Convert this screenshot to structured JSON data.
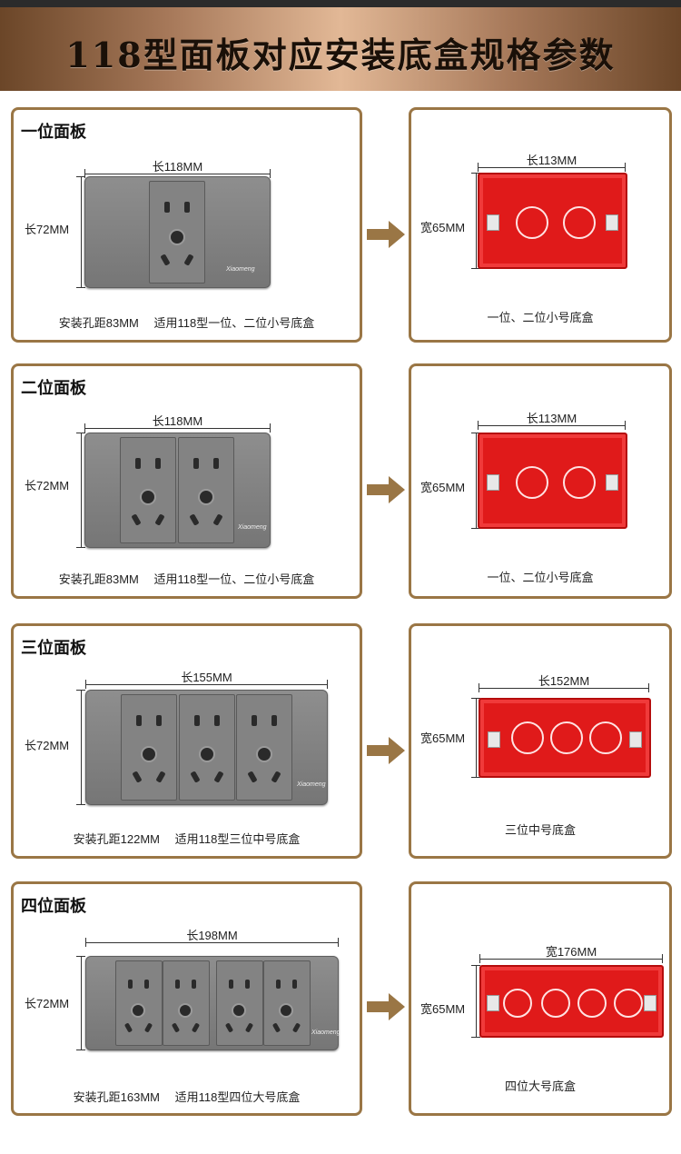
{
  "header": {
    "title": "118型面板对应安装底盒规格参数"
  },
  "colors": {
    "accent_border": "#9a7645",
    "arrow": "#9a7645",
    "box_red": "#e01a1a",
    "panel_gray": "#808080"
  },
  "rows": [
    {
      "panel_title": "一位面板",
      "panel_width_label": "长118MM",
      "panel_height_label": "长72MM",
      "panel_note": "安装孔距83MM　 适用118型一位、二位小号底盒",
      "brand": "Xiaomeng",
      "box_width_label": "长113MM",
      "box_height_label": "宽65MM",
      "box_note": "一位、二位小号底盒"
    },
    {
      "panel_title": "二位面板",
      "panel_width_label": "长118MM",
      "panel_height_label": "长72MM",
      "panel_note": "安装孔距83MM　 适用118型一位、二位小号底盒",
      "brand": "Xiaomeng",
      "box_width_label": "长113MM",
      "box_height_label": "宽65MM",
      "box_note": "一位、二位小号底盒"
    },
    {
      "panel_title": "三位面板",
      "panel_width_label": "长155MM",
      "panel_height_label": "长72MM",
      "panel_note": "安装孔距122MM　 适用118型三位中号底盒",
      "brand": "Xiaomeng",
      "box_width_label": "长152MM",
      "box_height_label": "宽65MM",
      "box_note": "三位中号底盒"
    },
    {
      "panel_title": "四位面板",
      "panel_width_label": "长198MM",
      "panel_height_label": "长72MM",
      "panel_note": "安装孔距163MM　 适用118型四位大号底盒",
      "brand": "Xiaomeng",
      "box_width_label": "宽176MM",
      "box_height_label": "宽65MM",
      "box_note": "四位大号底盒"
    }
  ]
}
